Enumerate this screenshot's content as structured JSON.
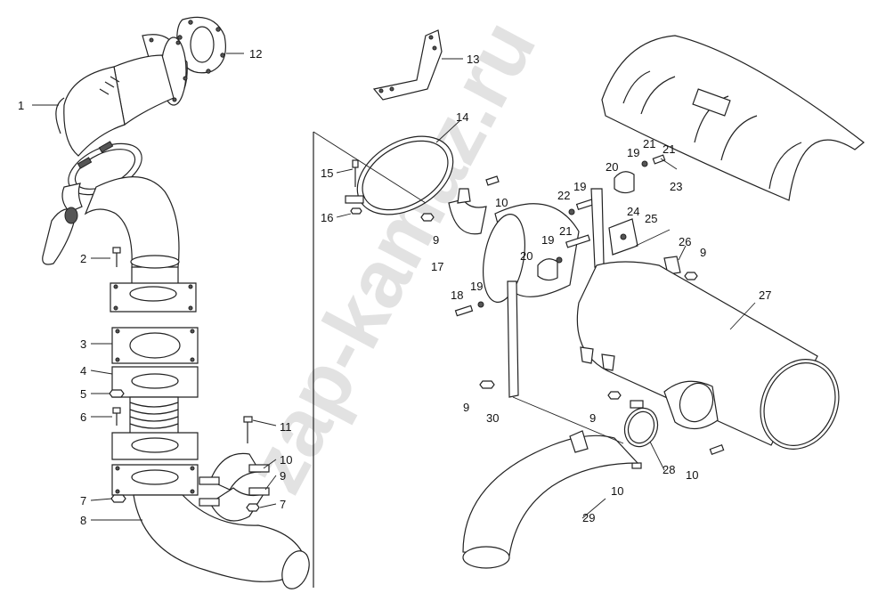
{
  "watermark": "zap-kamaz.ru",
  "labels": [
    {
      "id": "1",
      "text": "1"
    },
    {
      "id": "2",
      "text": "2"
    },
    {
      "id": "3",
      "text": "3"
    },
    {
      "id": "4",
      "text": "4"
    },
    {
      "id": "5",
      "text": "5"
    },
    {
      "id": "6",
      "text": "6"
    },
    {
      "id": "7a",
      "text": "7"
    },
    {
      "id": "8",
      "text": "8"
    },
    {
      "id": "11",
      "text": "11"
    },
    {
      "id": "10a",
      "text": "10"
    },
    {
      "id": "9a",
      "text": "9"
    },
    {
      "id": "7b",
      "text": "7"
    },
    {
      "id": "12",
      "text": "12"
    },
    {
      "id": "13",
      "text": "13"
    },
    {
      "id": "14",
      "text": "14"
    },
    {
      "id": "15",
      "text": "15"
    },
    {
      "id": "16",
      "text": "16"
    },
    {
      "id": "10b",
      "text": "10"
    },
    {
      "id": "9b",
      "text": "9"
    },
    {
      "id": "17",
      "text": "17"
    },
    {
      "id": "18",
      "text": "18"
    },
    {
      "id": "19a",
      "text": "19"
    },
    {
      "id": "19b",
      "text": "19"
    },
    {
      "id": "20a",
      "text": "20"
    },
    {
      "id": "21a",
      "text": "21"
    },
    {
      "id": "22",
      "text": "22"
    },
    {
      "id": "19c",
      "text": "19"
    },
    {
      "id": "21b",
      "text": "21"
    },
    {
      "id": "20b",
      "text": "20"
    },
    {
      "id": "19d",
      "text": "19"
    },
    {
      "id": "21c",
      "text": "21"
    },
    {
      "id": "23",
      "text": "23"
    },
    {
      "id": "24",
      "text": "24"
    },
    {
      "id": "25",
      "text": "25"
    },
    {
      "id": "26",
      "text": "26"
    },
    {
      "id": "9c",
      "text": "9"
    },
    {
      "id": "27",
      "text": "27"
    },
    {
      "id": "9d",
      "text": "9"
    },
    {
      "id": "30",
      "text": "30"
    },
    {
      "id": "9e",
      "text": "9"
    },
    {
      "id": "28",
      "text": "28"
    },
    {
      "id": "10c",
      "text": "10"
    },
    {
      "id": "10d",
      "text": "10"
    },
    {
      "id": "29",
      "text": "29"
    }
  ]
}
